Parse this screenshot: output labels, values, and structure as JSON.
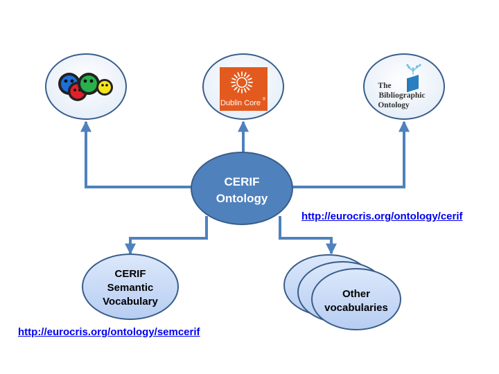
{
  "center": {
    "line1": "CERIF",
    "line2": "Ontology"
  },
  "top_nodes": {
    "foaf": {
      "icon": "foaf-logo-icon"
    },
    "dublin_core": {
      "logo_text": "Dublin Core",
      "registered": "®"
    },
    "bibo": {
      "line1": "The",
      "line2": "Bibliographic",
      "line3": "Ontology"
    }
  },
  "semantic_vocab": {
    "line1": "CERIF",
    "line2": "Semantic",
    "line3": "Vocabulary"
  },
  "other_vocab": {
    "line1": "Other",
    "line2": "vocabularies"
  },
  "links": {
    "cerif": "http://eurocris.org/ontology/cerif",
    "semcerif": "http://eurocris.org/ontology/semcerif"
  },
  "colors": {
    "center_fill": "#4f81bd",
    "connector": "#4f81bd",
    "node_border": "#385d8a",
    "dublin_core_orange": "#e35a1f",
    "link": "#0000ee"
  }
}
